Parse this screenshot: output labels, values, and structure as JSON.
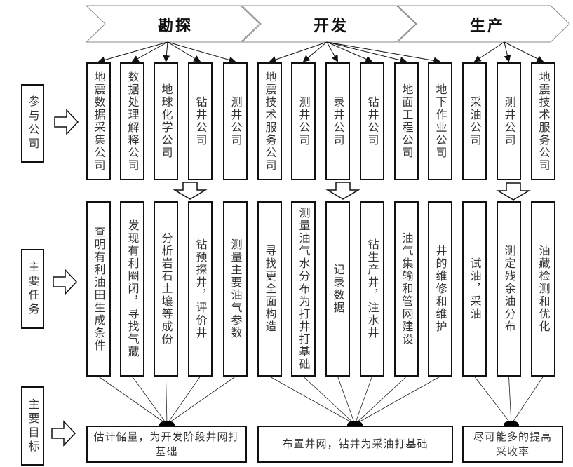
{
  "stages": [
    {
      "label": "勘探"
    },
    {
      "label": "开发"
    },
    {
      "label": "生产"
    }
  ],
  "side_labels": {
    "companies": "参与公司",
    "tasks": "主要任务",
    "goals": "主要目标"
  },
  "companies": [
    "地震数据采集公司",
    "数据处理解释公司",
    "地球化学公司",
    "钻井公司",
    "测井公司",
    "地震技术服务公司",
    "测井公司",
    "录井公司",
    "钻井公司",
    "地面工程公司",
    "地下作业公司",
    "采油公司",
    "测井公司",
    "地震技术服务公司"
  ],
  "tasks": [
    "查明有利油田生成条件",
    "发现有利圈闭，寻找气藏",
    "分析岩石土壤等成份",
    "钻预探井，评价井",
    "测量主要油气参数",
    "寻找更全面构造",
    "测量油气水分布为打井打基础",
    "记录数据",
    "钻生产井，注水井",
    "油气集输和管网建设",
    "井的维修和维护",
    "试油，采油",
    "测定残余油分布",
    "油藏检测和优化"
  ],
  "goals": [
    "估计储量，为开发阶段井网打基础",
    "布置井网，钻井为采油打基础",
    "尽可能多的提高采收率"
  ],
  "colors": {
    "stroke": "#111111",
    "chevron_stroke": "#888888",
    "text": "#333333",
    "background": "#ffffff"
  }
}
